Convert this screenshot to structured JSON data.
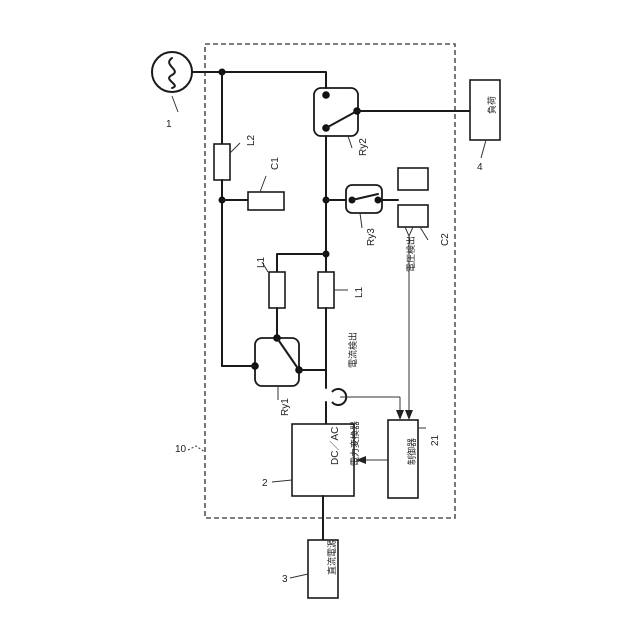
{
  "labels": {
    "ac_source_num": "1",
    "converter_num": "2",
    "dc_source_num": "3",
    "load_num": "4",
    "system_num": "10",
    "controller_num": "21",
    "l2": "L2",
    "c1": "C1",
    "c2": "C2",
    "l1_left": "L1",
    "l1_right": "L1",
    "ry1": "Ry1",
    "ry2": "Ry2",
    "ry3": "Ry3",
    "load": "負荷",
    "dc_source": "直流電源",
    "controller": "制御器",
    "converter_line1": "DC／AC",
    "converter_line2": "電力変換器",
    "voltage_detect": "電圧検出",
    "current_detect": "電流検出"
  },
  "colors": {
    "line": "#1a1a1a",
    "dashed_border": "#555555",
    "background": "#ffffff"
  }
}
